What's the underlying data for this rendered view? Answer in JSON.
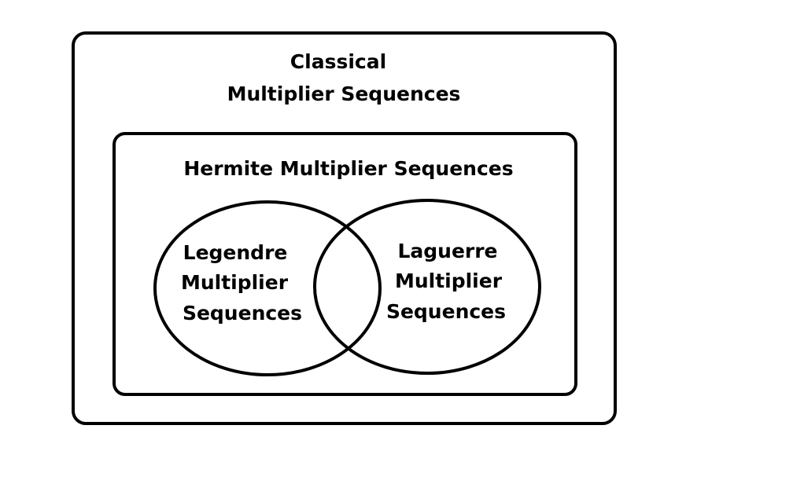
{
  "diagram": {
    "outer_box": {
      "title_line1": "Classical",
      "title_line2": "Multiplier Sequences"
    },
    "inner_box": {
      "title": "Hermite Multiplier Sequences"
    },
    "left_circle": {
      "line1": "Legendre",
      "line2": "Multiplier",
      "line3": "Sequences"
    },
    "right_circle": {
      "line1": "Laguerre",
      "line2": "Multiplier",
      "line3": "Sequences"
    },
    "colors": {
      "stroke": "#000000",
      "text": "#000000",
      "background": "#ffffff"
    }
  }
}
